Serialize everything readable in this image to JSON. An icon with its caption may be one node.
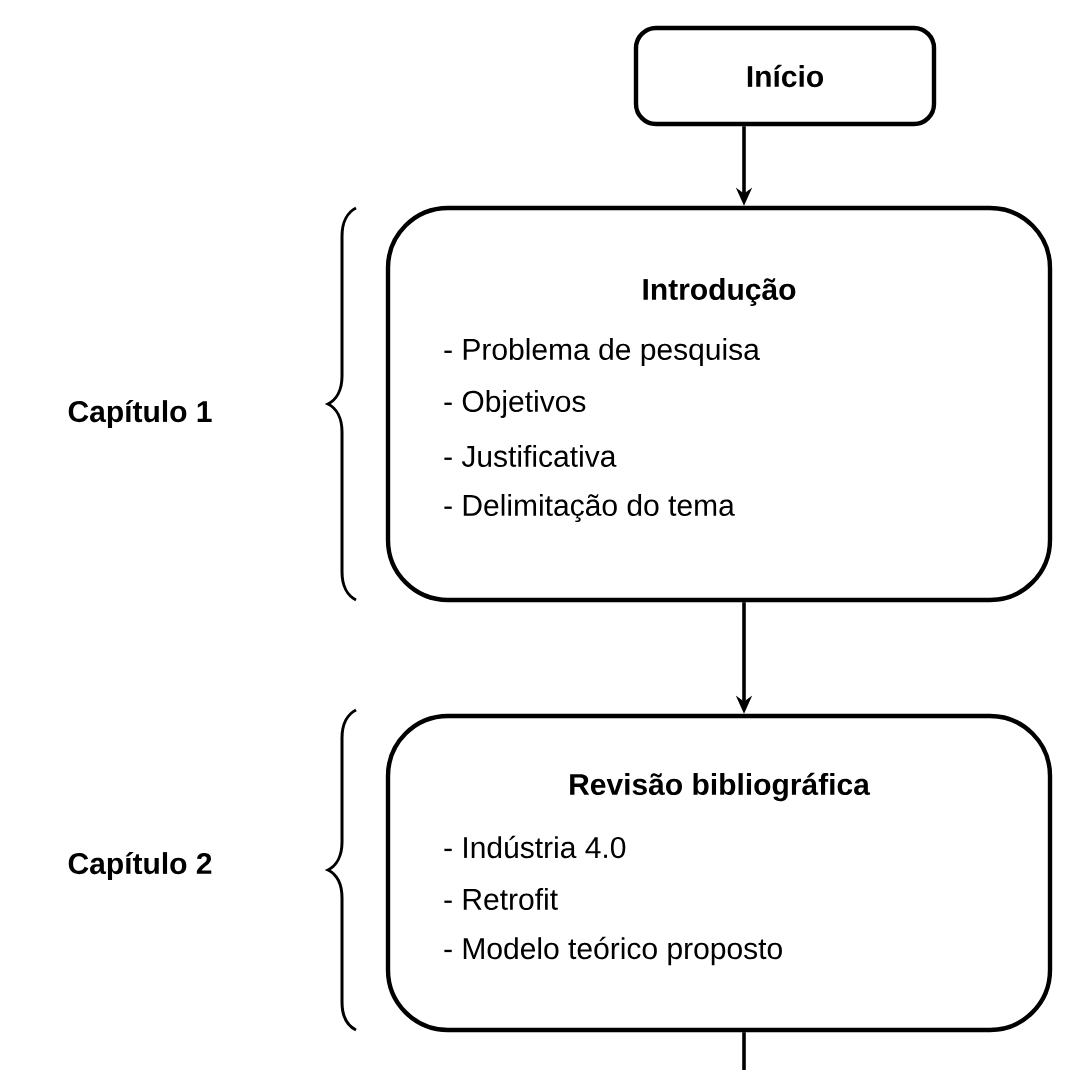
{
  "diagram": {
    "nodes": [
      {
        "text": [
          "Início"
        ]
      },
      {
        "text": [
          "Introdução",
          "- Problema de pesquisa",
          "- Objetivos",
          "- Justificativa",
          "- Delimitação do tema"
        ]
      },
      {
        "text": [
          "Revisão bibliográfica",
          "- Indústria 4.0",
          "- Retrofit",
          "- Modelo teórico proposto"
        ]
      }
    ],
    "edges": [
      {
        "from": 0,
        "to": 1,
        "arrow": "to"
      },
      {
        "from": 1,
        "to": 2,
        "arrow": "to"
      },
      {
        "from": 2,
        "to": null,
        "arrow": "none"
      }
    ],
    "labels": [
      "Capítulo 1",
      "Capítulo 2"
    ]
  }
}
